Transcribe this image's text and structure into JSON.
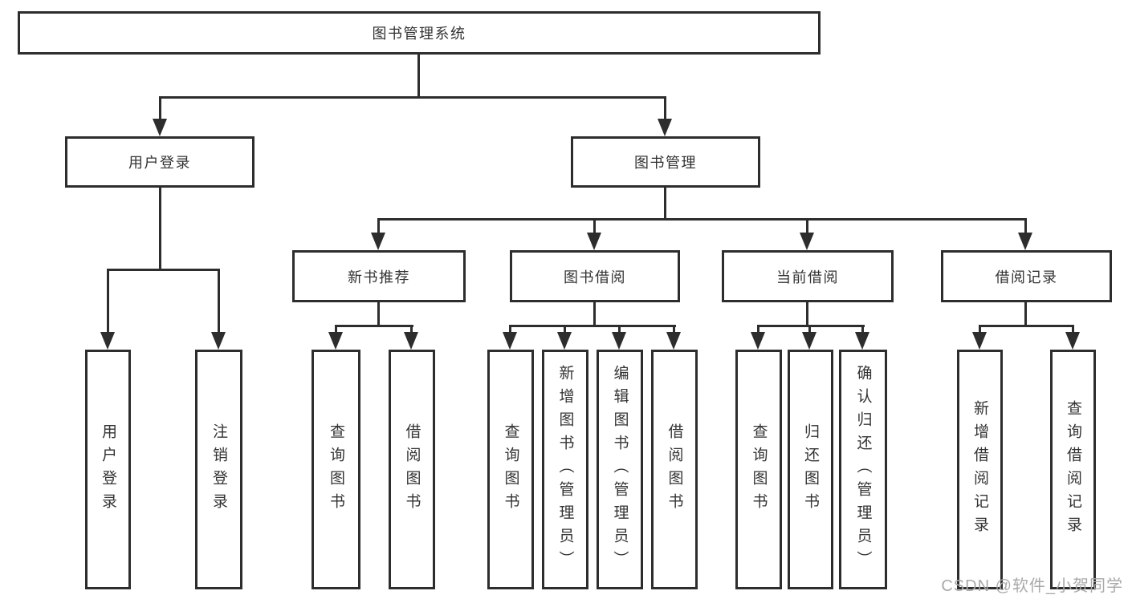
{
  "colors": {
    "background": "#ffffff",
    "line": "#2d2d2d",
    "text": "#333333",
    "watermark": "#a9a9a9"
  },
  "watermark": {
    "text": "CSDN @软件_小贺同学"
  },
  "tree": {
    "root": {
      "label": "图书管理系统",
      "children": [
        {
          "label": "用户登录",
          "children": [
            {
              "label": "用户登录"
            },
            {
              "label": "注销登录"
            }
          ]
        },
        {
          "label": "图书管理",
          "children": [
            {
              "label": "新书推荐",
              "children": [
                {
                  "label": "查询图书"
                },
                {
                  "label": "借阅图书"
                }
              ]
            },
            {
              "label": "图书借阅",
              "children": [
                {
                  "label": "查询图书"
                },
                {
                  "label": "新增图书（管理员）"
                },
                {
                  "label": "编辑图书（管理员）"
                },
                {
                  "label": "借阅图书"
                }
              ]
            },
            {
              "label": "当前借阅",
              "children": [
                {
                  "label": "查询图书"
                },
                {
                  "label": "归还图书"
                },
                {
                  "label": "确认归还（管理员）"
                }
              ]
            },
            {
              "label": "借阅记录",
              "children": [
                {
                  "label": "新增借阅记录"
                },
                {
                  "label": "查询借阅记录"
                }
              ]
            }
          ]
        }
      ]
    }
  }
}
